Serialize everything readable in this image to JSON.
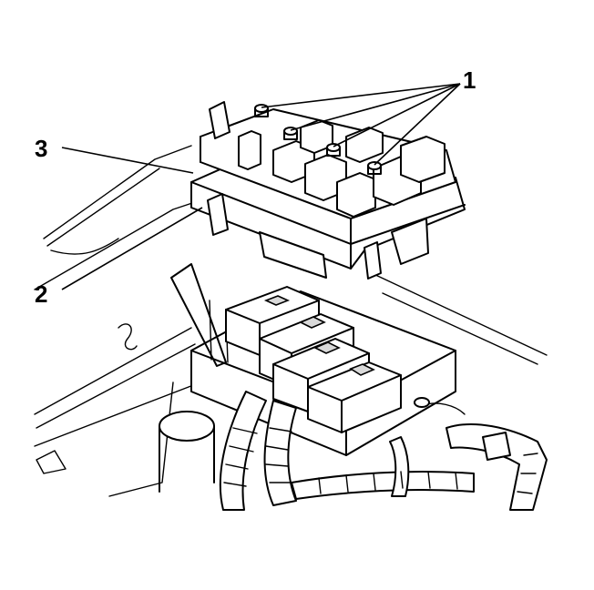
{
  "callouts": {
    "c1": "1",
    "c2": "2",
    "c3": "3"
  }
}
